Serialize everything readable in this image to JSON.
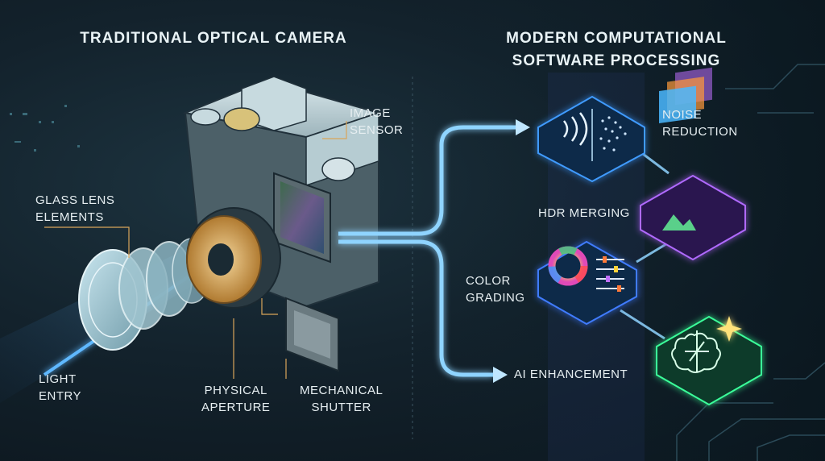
{
  "titles": {
    "left": "TRADITIONAL OPTICAL CAMERA",
    "right": [
      "MODERN COMPUTATIONAL",
      "SOFTWARE PROCESSING"
    ]
  },
  "camera_labels": {
    "image_sensor": [
      "IMAGE",
      "SENSOR"
    ],
    "glass_lens": [
      "GLASS LENS",
      "ELEMENTS"
    ],
    "light_entry": [
      "LIGHT",
      "ENTRY"
    ],
    "physical_aperture": [
      "PHYSICAL",
      "APERTURE"
    ],
    "mechanical_shutter": [
      "MECHANICAL",
      "SHUTTER"
    ]
  },
  "processing_labels": {
    "noise_reduction": [
      "NOISE",
      "REDUCTION"
    ],
    "hdr_merging": "HDR MERGING",
    "color_grading": [
      "COLOR",
      "GRADING"
    ],
    "ai_enhancement": "AI ENHANCEMENT"
  },
  "icons": {
    "noise_reduction": "signal-waves-and-dots-icon",
    "hdr_merging": "stacked-image-layers-icon",
    "color_grading": "color-wheel-and-sliders-icon",
    "ai_enhancement": "brain-circuit-icon"
  },
  "colors": {
    "background": "#13222c",
    "light_beam": "#5fb8ff",
    "flow_arrow": "#8fd4ff",
    "noise_tile": "#2f7fd0",
    "hdr_tile": "#9a4fe0",
    "color_tile": "#2f6fd0",
    "ai_tile": "#2fd07a",
    "aperture_ring": "#d9a55a"
  }
}
